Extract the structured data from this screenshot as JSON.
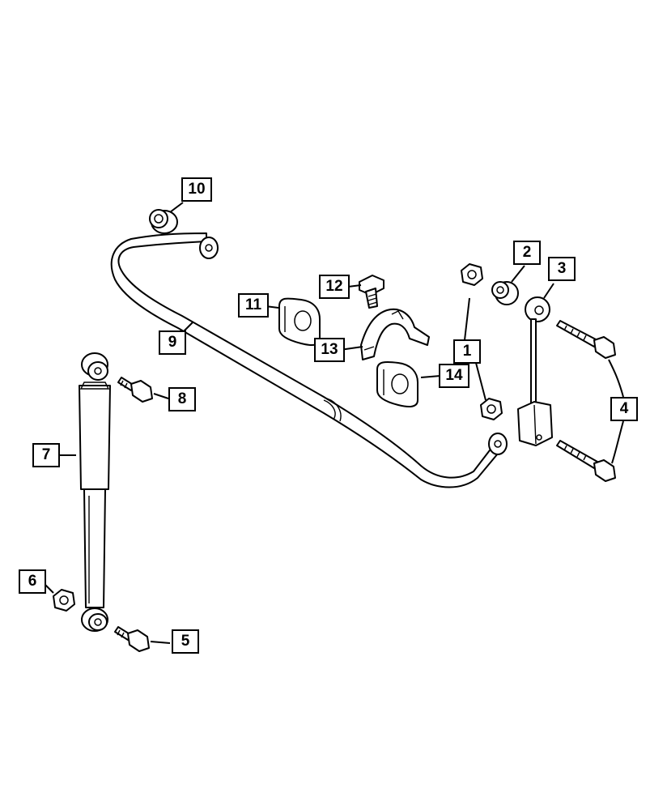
{
  "callouts": [
    {
      "label": "1"
    },
    {
      "label": "2"
    },
    {
      "label": "3"
    },
    {
      "label": "4"
    },
    {
      "label": "5"
    },
    {
      "label": "6"
    },
    {
      "label": "7"
    },
    {
      "label": "8"
    },
    {
      "label": "9"
    },
    {
      "label": "10"
    },
    {
      "label": "11"
    },
    {
      "label": "12"
    },
    {
      "label": "13"
    },
    {
      "label": "14"
    }
  ],
  "colors": {
    "line": "#000000",
    "background": "#ffffff"
  }
}
